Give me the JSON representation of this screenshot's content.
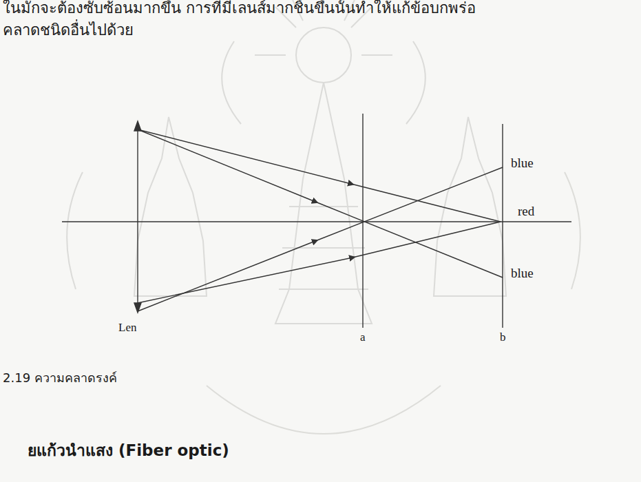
{
  "diagram": {
    "caption": "2.19 ความคลาดรงค์",
    "labels": [
      "ในมักจะต้องซับซ้อนมากขึ้น การที่มีเลนส์มากชิ้นขึ้นนั้นทำให้แก้ข้อบกพร่อ",
      "คลาดชนิดอื่นไปด้วย",
      "blue",
      "red",
      "blue",
      "Len",
      "a",
      "b",
      "ยแก้วนำแสง (Fiber optic)"
    ]
  }
}
